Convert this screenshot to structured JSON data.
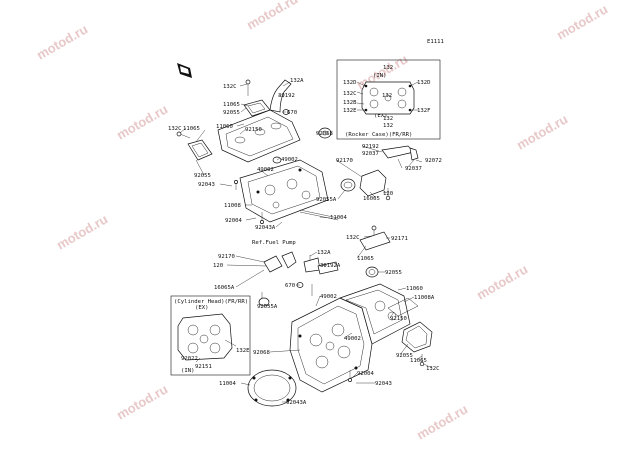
{
  "diagram_code": "E1111",
  "watermark": "motod.ru",
  "inset_top": {
    "in_label": "(IN)",
    "ex_label": "(EX)",
    "caption": "(Rocker Case)(FR/RR)"
  },
  "inset_bottom": {
    "caption": "(Cylinder Head)(FR/RR)",
    "ex_label": "(EX)",
    "in_label": "(IN)"
  },
  "ref_fuel_pump": "Ref.Fuel Pump",
  "labels": [
    "132C",
    "132A",
    "11065",
    "39192",
    "92055",
    "670",
    "11060",
    "92150",
    "132C",
    "11065",
    "92068",
    "49002",
    "92055",
    "92043",
    "92170",
    "49002",
    "92192",
    "92037",
    "92072",
    "92037",
    "120",
    "16065",
    "92055A",
    "11008",
    "11004",
    "92004",
    "92043A",
    "132",
    "132D",
    "132C",
    "132B",
    "132E",
    "132D",
    "132",
    "132F",
    "132",
    "132",
    "132C",
    "92171",
    "132A",
    "92170",
    "120",
    "11065",
    "39192A",
    "92055",
    "16065A",
    "670",
    "49002",
    "11060",
    "11008A",
    "92055A",
    "92150",
    "49002",
    "92055",
    "11065",
    "132C",
    "132E",
    "92022",
    "92151",
    "92068",
    "11004",
    "92004",
    "92043",
    "92043A"
  ]
}
